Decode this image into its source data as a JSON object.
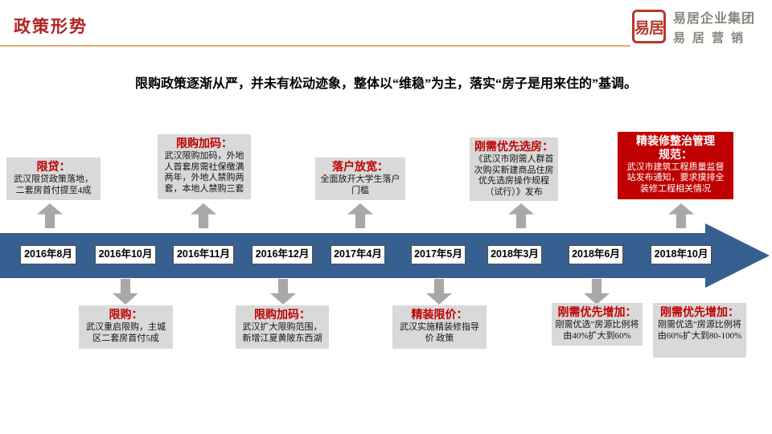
{
  "header": {
    "title": "政策形势",
    "logo": {
      "seal_text": "易居",
      "company_line1": "易居企业集团",
      "company_line2": "易居营销"
    }
  },
  "subtitle": "限购政策逐渐从严，并未有松动迹象，整体以“维稳”为主，落实“房子是用来住的”基调。",
  "timeline": {
    "dates": [
      "2016年8月",
      "2016年10月",
      "2016年11月",
      "2016年12月",
      "2017年4月",
      "2017年5月",
      "2018年3月",
      "2018年6月",
      "2018年10月"
    ],
    "top_events": [
      {
        "title": "限贷：",
        "body": "武汉限贷政策落地，二套房首付提至4成"
      },
      {
        "title": "限购加码：",
        "body": "武汉限购加码，外地人首套房需社保缴满两年，外地人禁购两套，本地人禁购三套"
      },
      {
        "title": "落户放宽：",
        "body": "全面放开大学生落户门槛"
      },
      {
        "title": "刚需优先选房：",
        "body": "《武汉市刚需人群首次购买新建商品住房优先选房操作规程（试行）》发布"
      },
      {
        "title": "精装修整治管理规范：",
        "body": "武汉市建筑工程质量监督站发布通知，要求摸排全装修工程相关情况"
      }
    ],
    "bottom_events": [
      {
        "title": "限购：",
        "body": "武汉重启限购，主城区二套房首付5成"
      },
      {
        "title": "限购加码：",
        "body": "武汉扩大限购范围，新增江夏黄陂东西湖"
      },
      {
        "title": "精装限价：",
        "body": "武汉实施精装修指导价 政策"
      },
      {
        "title": "刚需优先增加：",
        "body": "刚需优选”房源比例将由40%扩大到60%"
      },
      {
        "title": "刚需优先增加：",
        "body": "刚需优选”房源比例将由60%扩大到80-100%"
      }
    ]
  },
  "colors": {
    "accent_red": "#C00000",
    "timeline_blue": "#375F90",
    "arrow_gray": "#A8A8A8",
    "card_gray": "#D9D9D9",
    "divider_tan": "#E4AC6B",
    "header_red": "#B32222",
    "logo_gray": "#8A8379"
  }
}
